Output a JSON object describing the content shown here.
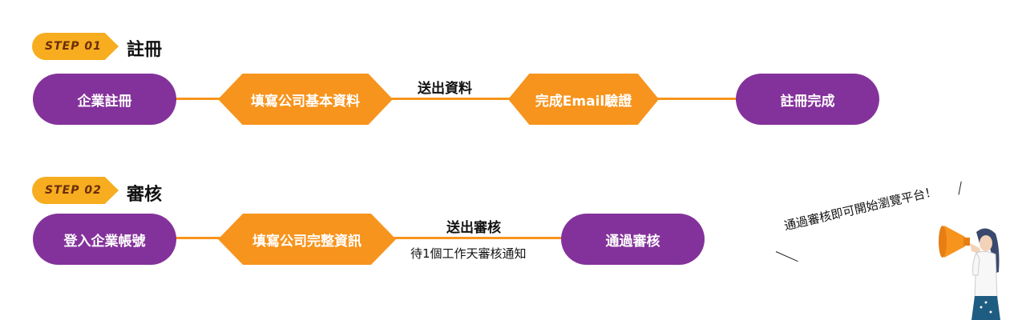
{
  "colors": {
    "badge": "#f7ad1f",
    "badge_text": "#6b2d0c",
    "pill": "#84329b",
    "hexagon": "#f7941d",
    "connector": "#f7941d"
  },
  "step1": {
    "badge": "STEP 01",
    "title": "註冊",
    "nodes": [
      "企業註冊",
      "填寫公司基本資料",
      "完成Email驗證",
      "註冊完成"
    ],
    "connector_label": "送出資料"
  },
  "step2": {
    "badge": "STEP 02",
    "title": "審核",
    "nodes": [
      "登入企業帳號",
      "填寫公司完整資訊",
      "通過審核"
    ],
    "connector_label": "送出審核",
    "connector_sublabel": "待1個工作天審核通知"
  },
  "announcement": "通過審核即可開始瀏覽平台！",
  "illustration": "person-with-megaphone-icon"
}
